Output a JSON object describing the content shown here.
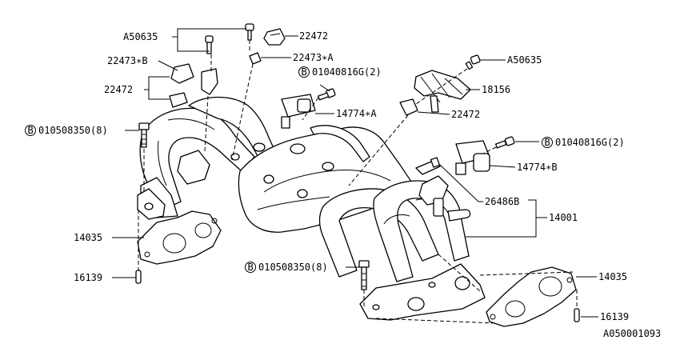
{
  "labels": {
    "a50635_top": "A50635",
    "p22472_top": "22472",
    "p22473b": "22473∗B",
    "p22473a": "22473∗A",
    "p22472_left": "22472",
    "bolt_01040816g_1": "01040816G(2)",
    "a50635_right": "A50635",
    "p18156": "18156",
    "p14774a": "14774∗A",
    "p22472_right": "22472",
    "bolt_010508350_1": "010508350(8)",
    "bolt_01040816g_2": "01040816G(2)",
    "p14774b": "14774∗B",
    "p26486b": "26486B",
    "p14001": "14001",
    "p14035_left": "14035",
    "p16139_left": "16139",
    "bolt_010508350_2": "010508350(8)",
    "p14035_right": "14035",
    "p16139_right": "16139",
    "figure_code": "A050001093"
  },
  "bolt_badge": "B"
}
